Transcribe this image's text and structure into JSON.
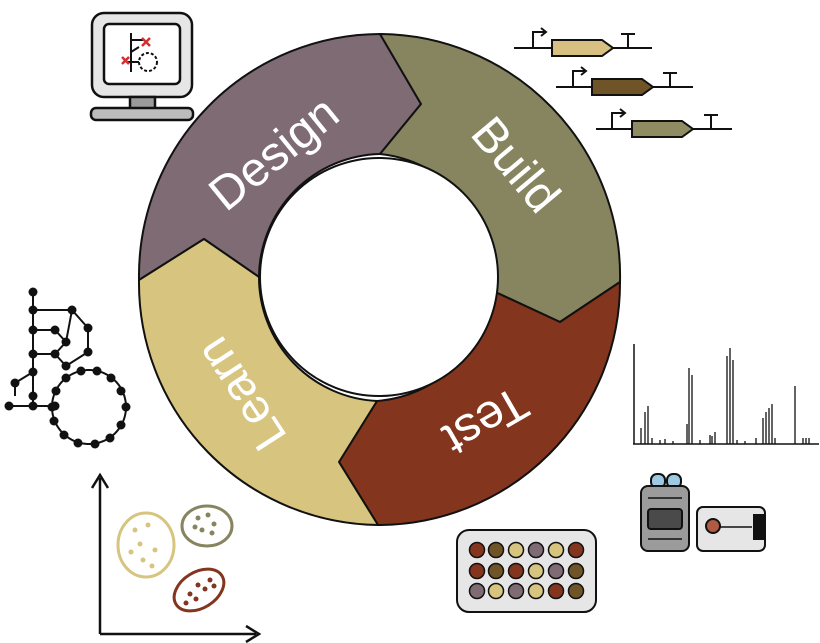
{
  "cycle": {
    "stages": [
      {
        "label": "Design",
        "color": "#7f6b73"
      },
      {
        "label": "Build",
        "color": "#868560"
      },
      {
        "label": "Test",
        "color": "#83351e"
      },
      {
        "label": "Learn",
        "color": "#d6c47f"
      }
    ]
  },
  "icons": {
    "computer": "computer-monitor-icon",
    "genetic_constructs": "genetic-construct-icon",
    "spectrum": "mass-spectrum-icon",
    "instrument": "lab-instrument-icon",
    "plate": "well-plate-icon",
    "clusters": "cluster-scatter-icon",
    "pathway": "metabolic-network-icon"
  },
  "colors": {
    "design": "#7f6b73",
    "build": "#868560",
    "test": "#83351e",
    "learn": "#d6c47f",
    "outline": "#111111",
    "light_gray": "#e6e6e6",
    "mid_gray": "#9b9b9b",
    "dark_gray": "#4a4a4a",
    "blue": "#9ec9e3",
    "part_light": "#d8c083",
    "part_dark": "#6f5427",
    "part_olive": "#8f8c64",
    "red": "#d22f2f"
  }
}
